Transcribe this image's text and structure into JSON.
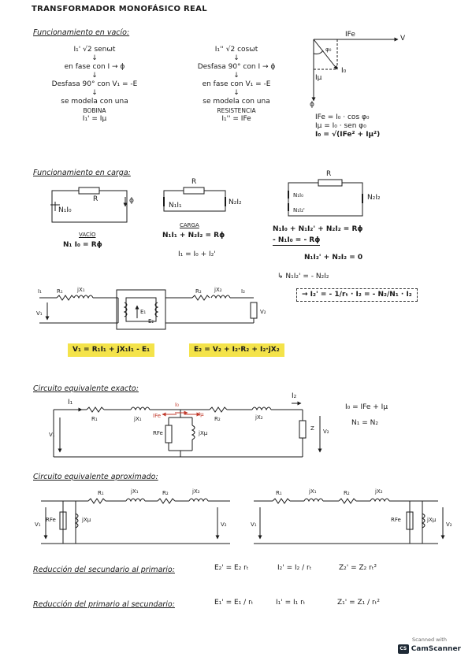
{
  "title": "TRANSFORMADOR MONOFÁSICO REAL",
  "vacio": {
    "heading": "Funcionamiento en vacío:",
    "col1": [
      "I₁' √2 senωt",
      "↓",
      "en fase con I → ϕ",
      "↓",
      "Desfasa 90° con V₁ = -E",
      "↓",
      "se modela con una",
      "BOBINA",
      "I₁' = Iμ"
    ],
    "col2": [
      "I₁'' √2 cosωt",
      "↓",
      "Desfasa 90° con I → ϕ",
      "↓",
      "en fase con V₁ = -E",
      "↓",
      "se modela con una",
      "RESISTENCIA",
      "I₁'' = IFe"
    ],
    "phasor": {
      "ife": "IFe",
      "v": "V",
      "phi0": "φ₀",
      "imu": "Iμ",
      "i0": "I₀",
      "phi": "ϕ"
    },
    "eqs": [
      "IFe = I₀ · cos φ₀",
      "Iμ = I₀ · sen φ₀",
      "I₀ = √(IFe² + Iμ²)"
    ]
  },
  "carga": {
    "heading": "Funcionamiento en carga:",
    "vacio_circ": {
      "r": "R",
      "mmf": "N₁I₀",
      "phi": "ϕ",
      "label": "VACÍO",
      "eq": "N₁ I₀ = Rϕ"
    },
    "carga_circ": {
      "r": "R",
      "mmf1": "N₁I₁",
      "mmf2": "N₂I₂",
      "label": "CARGA",
      "eq1": "N₁I₁ + N₂I₂ = Rϕ",
      "eq2": "I₁ = I₀ + I₂'"
    },
    "big_circ": {
      "r": "R",
      "mmf1": "N₁I₀",
      "mmf1b": "N₁I₂'",
      "mmf2": "N₂I₂"
    },
    "deriv": [
      "N₁I₀ + N₁I₂' + N₂I₂ = Rϕ",
      "- N₁I₀                    = - Rϕ",
      "N₁I₂' + N₂I₂ = 0",
      "↳ N₁I₂' = - N₂I₂",
      "→ I₂' = - 1/rₜ · I₂ = - N₂/N₁ · I₂"
    ]
  },
  "trafo": {
    "labels": {
      "i1": "I₁",
      "r1": "R₁",
      "jx1": "jX₁",
      "v1": "V₁",
      "e1": "E₁",
      "e2": "E₂",
      "r2": "R₂",
      "jx2": "jX₂",
      "i2": "I₂",
      "v2": "V₂"
    },
    "eq1": "V₁ = R₁I₁ + jX₁I₁ - E₁",
    "eq2": "E₂ = V₂ + I₂·R₂ + I₂·jX₂"
  },
  "exacto": {
    "heading": "Circuito equivalente exacto:",
    "labels": {
      "i1": "I₁",
      "r1": "R₁",
      "jx1": "jX₁",
      "ife": "IFe",
      "i0": "I₀",
      "imu": "Iμ",
      "rfe": "RFe",
      "jxmu": "jXμ",
      "r2": "R₂",
      "jx2": "jX₂",
      "i2": "I₂",
      "v1": "V₁",
      "v2": "V₂",
      "z": "Z"
    },
    "eqs": [
      "I₀ = IFe + Iμ",
      "N₁ = N₂"
    ]
  },
  "aprox": {
    "heading": "Circuito equivalente aproximado:",
    "left": {
      "r1": "R₁",
      "jx1": "jX₁",
      "r2": "R₂",
      "jx2": "jX₂",
      "rfe": "RFe",
      "jxmu": "jXμ",
      "v1": "V₁",
      "v2": "V₂"
    },
    "right": {
      "r1": "R₁",
      "jx1": "jX₁",
      "r2": "R₂",
      "jx2": "jX₂",
      "rfe": "RFe",
      "jxmu": "jXμ",
      "v1": "V₁",
      "v2": "V₂"
    }
  },
  "reduccion1": {
    "heading": "Reducción del secundario al primario:",
    "eqs": [
      "E₂' = E₂ rₜ",
      "I₂' = I₂ / rₜ",
      "Z₂' = Z₂ rₜ²"
    ]
  },
  "reduccion2": {
    "heading": "Reducción del primario al secundario:",
    "eqs": [
      "E₁' = E₁ / rₜ",
      "I₁' = I₁ rₜ",
      "Z₁' = Z₁ / rₜ²"
    ]
  },
  "badge": {
    "top": "Scanned with",
    "logo": "CS",
    "name": "CamScanner"
  }
}
